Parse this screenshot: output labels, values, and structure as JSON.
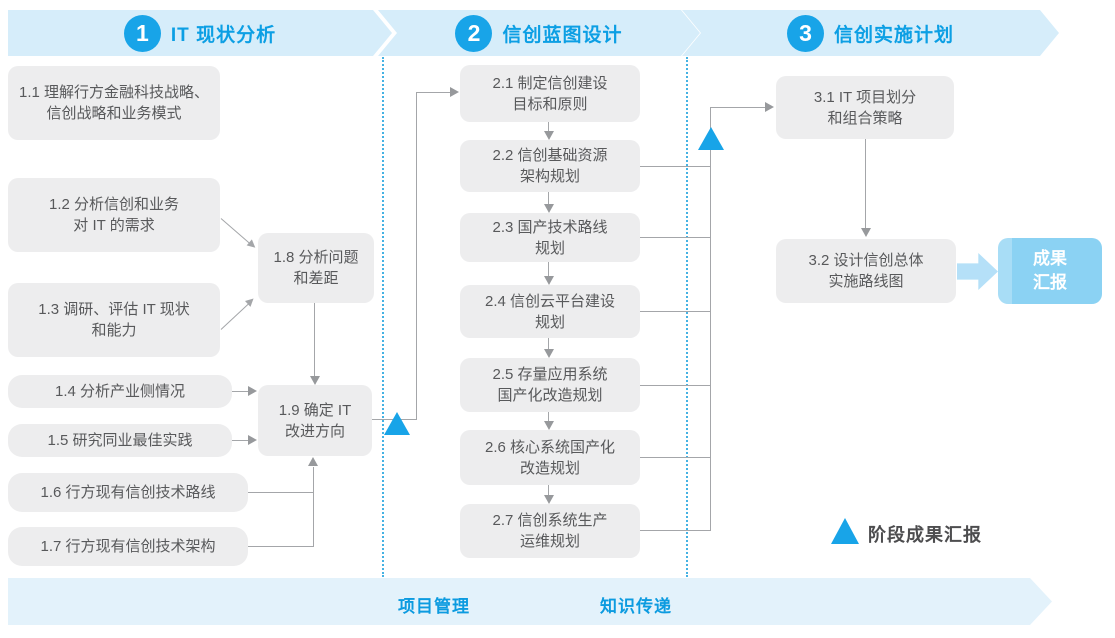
{
  "colors": {
    "accent_blue": "#18A4E8",
    "header_band_blue": "#D6EDFA",
    "bottom_band_blue": "#E3F2FB",
    "task_box_gray": "#EDEDEE",
    "task_text_gray": "#58595B",
    "connector_gray": "#A4A6A9",
    "result_box_blue": "#8BD2F3",
    "dotted_divider_blue": "#45B2E3"
  },
  "phases": [
    {
      "number": "1",
      "title": "IT 现状分析"
    },
    {
      "number": "2",
      "title": "信创蓝图设计"
    },
    {
      "number": "3",
      "title": "信创实施计划"
    }
  ],
  "phase1": {
    "boxes": [
      {
        "id": "1.1",
        "label": "1.1 理解行方金融科技战略、\n信创战略和业务模式"
      },
      {
        "id": "1.2",
        "label": "1.2 分析信创和业务\n对 IT 的需求"
      },
      {
        "id": "1.3",
        "label": "1.3 调研、评估 IT 现状\n和能力"
      },
      {
        "id": "1.4",
        "label": "1.4 分析产业侧情况"
      },
      {
        "id": "1.5",
        "label": "1.5 研究同业最佳实践"
      },
      {
        "id": "1.6",
        "label": "1.6 行方现有信创技术路线"
      },
      {
        "id": "1.7",
        "label": "1.7 行方现有信创技术架构"
      },
      {
        "id": "1.8",
        "label": "1.8 分析问题\n和差距"
      },
      {
        "id": "1.9",
        "label": "1.9 确定 IT\n改进方向"
      }
    ]
  },
  "phase2": {
    "boxes": [
      {
        "id": "2.1",
        "label": "2.1 制定信创建设\n目标和原则"
      },
      {
        "id": "2.2",
        "label": "2.2 信创基础资源\n架构规划"
      },
      {
        "id": "2.3",
        "label": "2.3 国产技术路线\n规划"
      },
      {
        "id": "2.4",
        "label": "2.4 信创云平台建设\n规划"
      },
      {
        "id": "2.5",
        "label": "2.5 存量应用系统\n国产化改造规划"
      },
      {
        "id": "2.6",
        "label": "2.6 核心系统国产化\n改造规划"
      },
      {
        "id": "2.7",
        "label": "2.7 信创系统生产\n运维规划"
      }
    ]
  },
  "phase3": {
    "boxes": [
      {
        "id": "3.1",
        "label": "3.1 IT 项目划分\n和组合策略"
      },
      {
        "id": "3.2",
        "label": "3.2 设计信创总体\n实施路线图"
      }
    ]
  },
  "result_box": {
    "label": "成果\n汇报"
  },
  "bottom_band": {
    "items": [
      {
        "label": "项目管理"
      },
      {
        "label": "知识传递"
      }
    ]
  },
  "legend": {
    "label": "阶段成果汇报"
  }
}
